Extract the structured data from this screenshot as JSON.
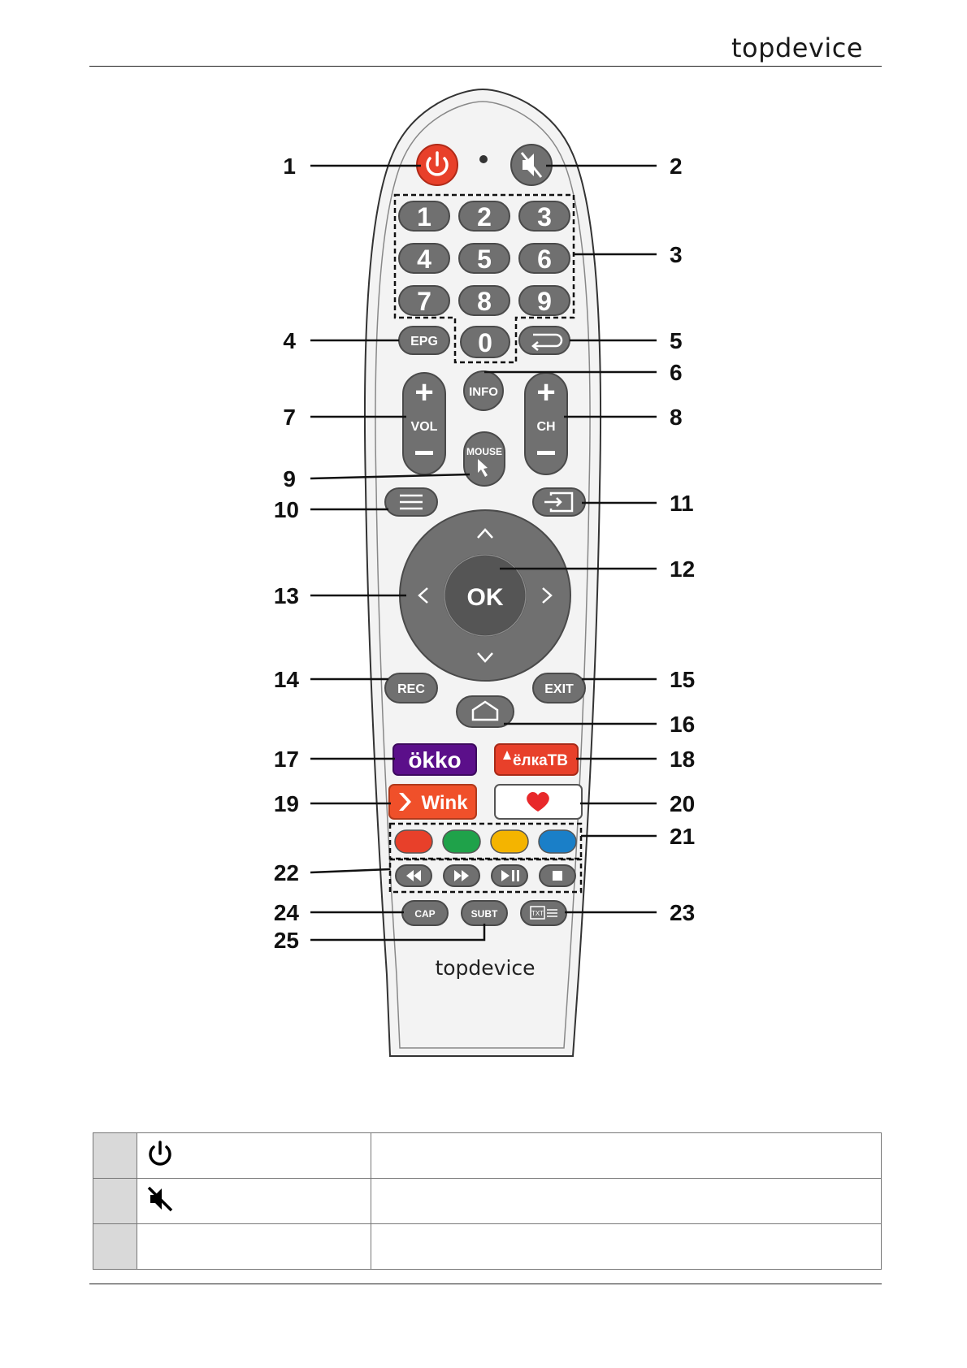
{
  "brand": {
    "header_logo": "topdevice",
    "remote_logo": "topdevice"
  },
  "remote": {
    "keys": {
      "digits": [
        "1",
        "2",
        "3",
        "4",
        "5",
        "6",
        "7",
        "8",
        "9",
        "0"
      ],
      "epg": "EPG",
      "info": "INFO",
      "vol": "VOL",
      "ch": "CH",
      "mouse": "MOUSE",
      "ok": "OK",
      "rec": "REC",
      "exit": "EXIT",
      "okko": "ökko",
      "elkatv": "ёлкаТВ",
      "wink": "Wink",
      "cap": "CAP",
      "subt": "SUBT",
      "txt": "TXT"
    },
    "color_keys": [
      "#e8402a",
      "#1fa24a",
      "#f4b400",
      "#1a7fc8"
    ],
    "colors": {
      "body_fill": "#f2f2f2",
      "button": "#6f6f6f",
      "power": "#e8402a",
      "okko": "#5b0f8a",
      "elkatv": "#e8402a",
      "wink": "#f0502a",
      "heart": "#e8282a"
    }
  },
  "callouts": [
    "1",
    "2",
    "3",
    "4",
    "5",
    "6",
    "7",
    "8",
    "9",
    "10",
    "11",
    "12",
    "13",
    "14",
    "15",
    "16",
    "17",
    "18",
    "19",
    "20",
    "21",
    "22",
    "23",
    "24",
    "25"
  ],
  "legend_table": {
    "rows": [
      {
        "icon": "power-icon",
        "description": ""
      },
      {
        "icon": "mute-icon",
        "description": ""
      },
      {
        "icon": "",
        "description": ""
      }
    ]
  }
}
